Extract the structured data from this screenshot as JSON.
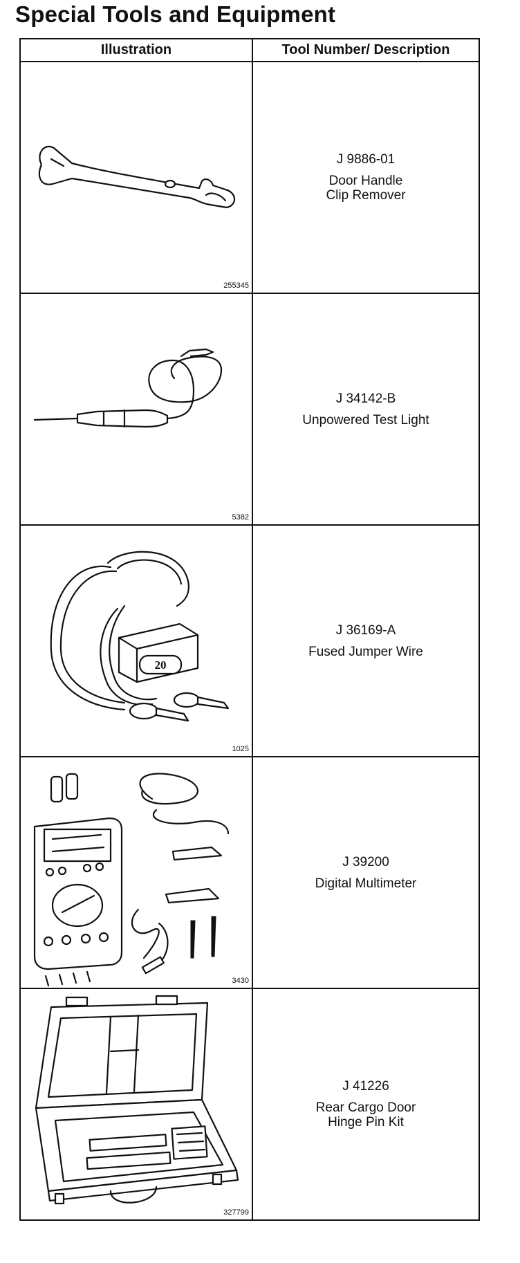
{
  "page": {
    "title": "Special Tools and Equipment"
  },
  "table": {
    "headers": [
      "Illustration",
      "Tool Number/ Description"
    ],
    "rows": [
      {
        "figure": "255345",
        "number": "J 9886-01",
        "lines": [
          "Door Handle",
          "Clip Remover"
        ],
        "icon": "door-handle-clip-remover-icon"
      },
      {
        "figure": "5382",
        "number": "J 34142-B",
        "lines": [
          "Unpowered Test Light",
          ""
        ],
        "icon": "test-light-icon"
      },
      {
        "figure": "1025",
        "number": "J 36169-A",
        "lines": [
          "Fused Jumper Wire",
          ""
        ],
        "icon": "fused-jumper-wire-icon",
        "fuse_label": "20"
      },
      {
        "figure": "3430",
        "number": "J 39200",
        "lines": [
          "Digital Multimeter",
          ""
        ],
        "icon": "digital-multimeter-icon"
      },
      {
        "figure": "327799",
        "number": "J 41226",
        "lines": [
          "Rear Cargo Door",
          "Hinge Pin Kit"
        ],
        "icon": "hinge-pin-kit-case-icon"
      }
    ]
  }
}
